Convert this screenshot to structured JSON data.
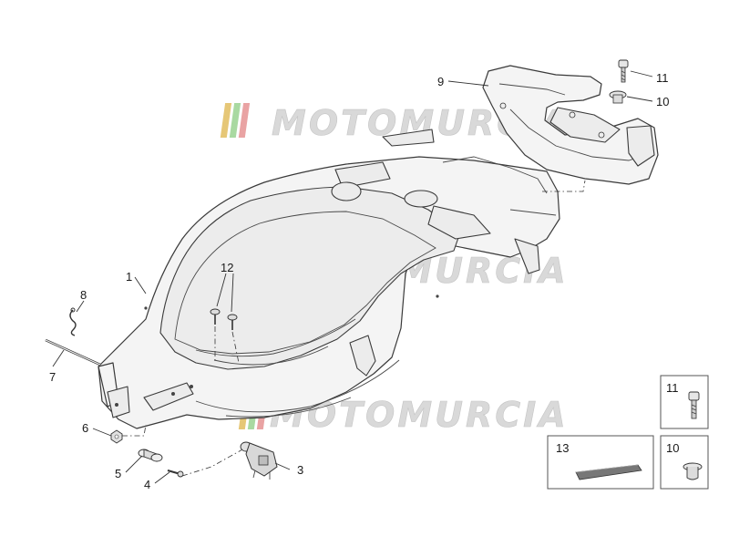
{
  "watermark": {
    "text": "MOTOMURCIA"
  },
  "callouts": {
    "c1": "1",
    "c3": "3",
    "c4": "4",
    "c5": "5",
    "c6": "6",
    "c7": "7",
    "c8": "8",
    "c9": "9",
    "c10": "10",
    "c11": "11",
    "c12": "12"
  },
  "legend_boxes": {
    "box11": "11",
    "box10": "10",
    "box13": "13"
  },
  "colors": {
    "watermark_stripes": [
      "#e0c070",
      "#a8d8a0",
      "#e8a0a0"
    ]
  }
}
